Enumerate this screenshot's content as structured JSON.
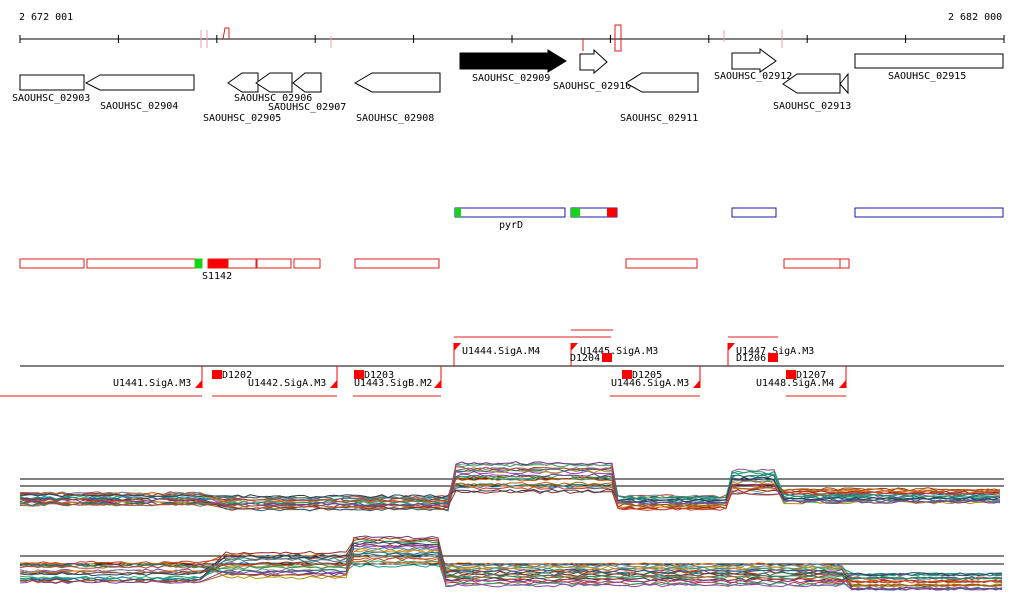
{
  "coords": {
    "start": "2 672 001",
    "end": "2 682 000"
  },
  "colors": {
    "gene_fill_strong": "#000000",
    "operon_blue": "#1a1aa8",
    "feature_red": "#e11b1b",
    "marker_green": "#18d418",
    "marker_red": "#ff0000",
    "axis": "#000000"
  },
  "genes": [
    {
      "id": "SAOUHSC_02903",
      "strand": "+",
      "selected": false
    },
    {
      "id": "SAOUHSC_02904",
      "strand": "-",
      "selected": false
    },
    {
      "id": "SAOUHSC_02905",
      "strand": "-",
      "selected": false
    },
    {
      "id": "SAOUHSC_02906",
      "strand": "-",
      "selected": false
    },
    {
      "id": "SAOUHSC_02907",
      "strand": "-",
      "selected": false
    },
    {
      "id": "SAOUHSC_02908",
      "strand": "-",
      "selected": false
    },
    {
      "id": "SAOUHSC_02909",
      "strand": "+",
      "selected": true
    },
    {
      "id": "SAOUHSC_02910",
      "strand": "+",
      "selected": false
    },
    {
      "id": "SAOUHSC_02911",
      "strand": "-",
      "selected": false
    },
    {
      "id": "SAOUHSC_02912",
      "strand": "+",
      "selected": false
    },
    {
      "id": "SAOUHSC_02913",
      "strand": "-",
      "selected": false
    },
    {
      "id": "SAOUHSC_02915",
      "strand": "+",
      "selected": false
    }
  ],
  "operon_labels": {
    "pyrD": "pyrD"
  },
  "feature_labels": {
    "s1142": "S1142"
  },
  "promoters": {
    "above": [
      {
        "id": "U1444",
        "label": "U1444.SigA.M4"
      },
      {
        "id": "U1445",
        "label": "U1445.SigA.M3"
      },
      {
        "id": "U1447",
        "label": "U1447.SigA.M3"
      }
    ],
    "below": [
      {
        "id": "U1441",
        "label": "U1441.SigA.M3"
      },
      {
        "id": "U1442",
        "label": "U1442.SigA.M3"
      },
      {
        "id": "U1443",
        "label": "U1443.SigB.M2"
      },
      {
        "id": "U1446",
        "label": "U1446.SigA.M3"
      },
      {
        "id": "U1448",
        "label": "U1448.SigA.M4"
      }
    ]
  },
  "terminators": [
    {
      "id": "D1202",
      "label": "D1202"
    },
    {
      "id": "D1203",
      "label": "D1203"
    },
    {
      "id": "D1204",
      "label": "D1204"
    },
    {
      "id": "D1205",
      "label": "D1205"
    },
    {
      "id": "D1206",
      "label": "D1206"
    },
    {
      "id": "D1207",
      "label": "D1207"
    }
  ],
  "expression_tracks": {
    "line_colors": [
      "#c0392b",
      "#27ae60",
      "#8e44ad",
      "#d35400",
      "#2980b9",
      "#7f8c8d",
      "#b7950b",
      "#16a085",
      "#e67e22",
      "#6c3483",
      "#1f618d",
      "#a04000",
      "#117a65",
      "#922b21",
      "#5d6d7e",
      "#239b56",
      "#af601a",
      "#2e4053",
      "#cb4335",
      "#7d3c98"
    ]
  }
}
